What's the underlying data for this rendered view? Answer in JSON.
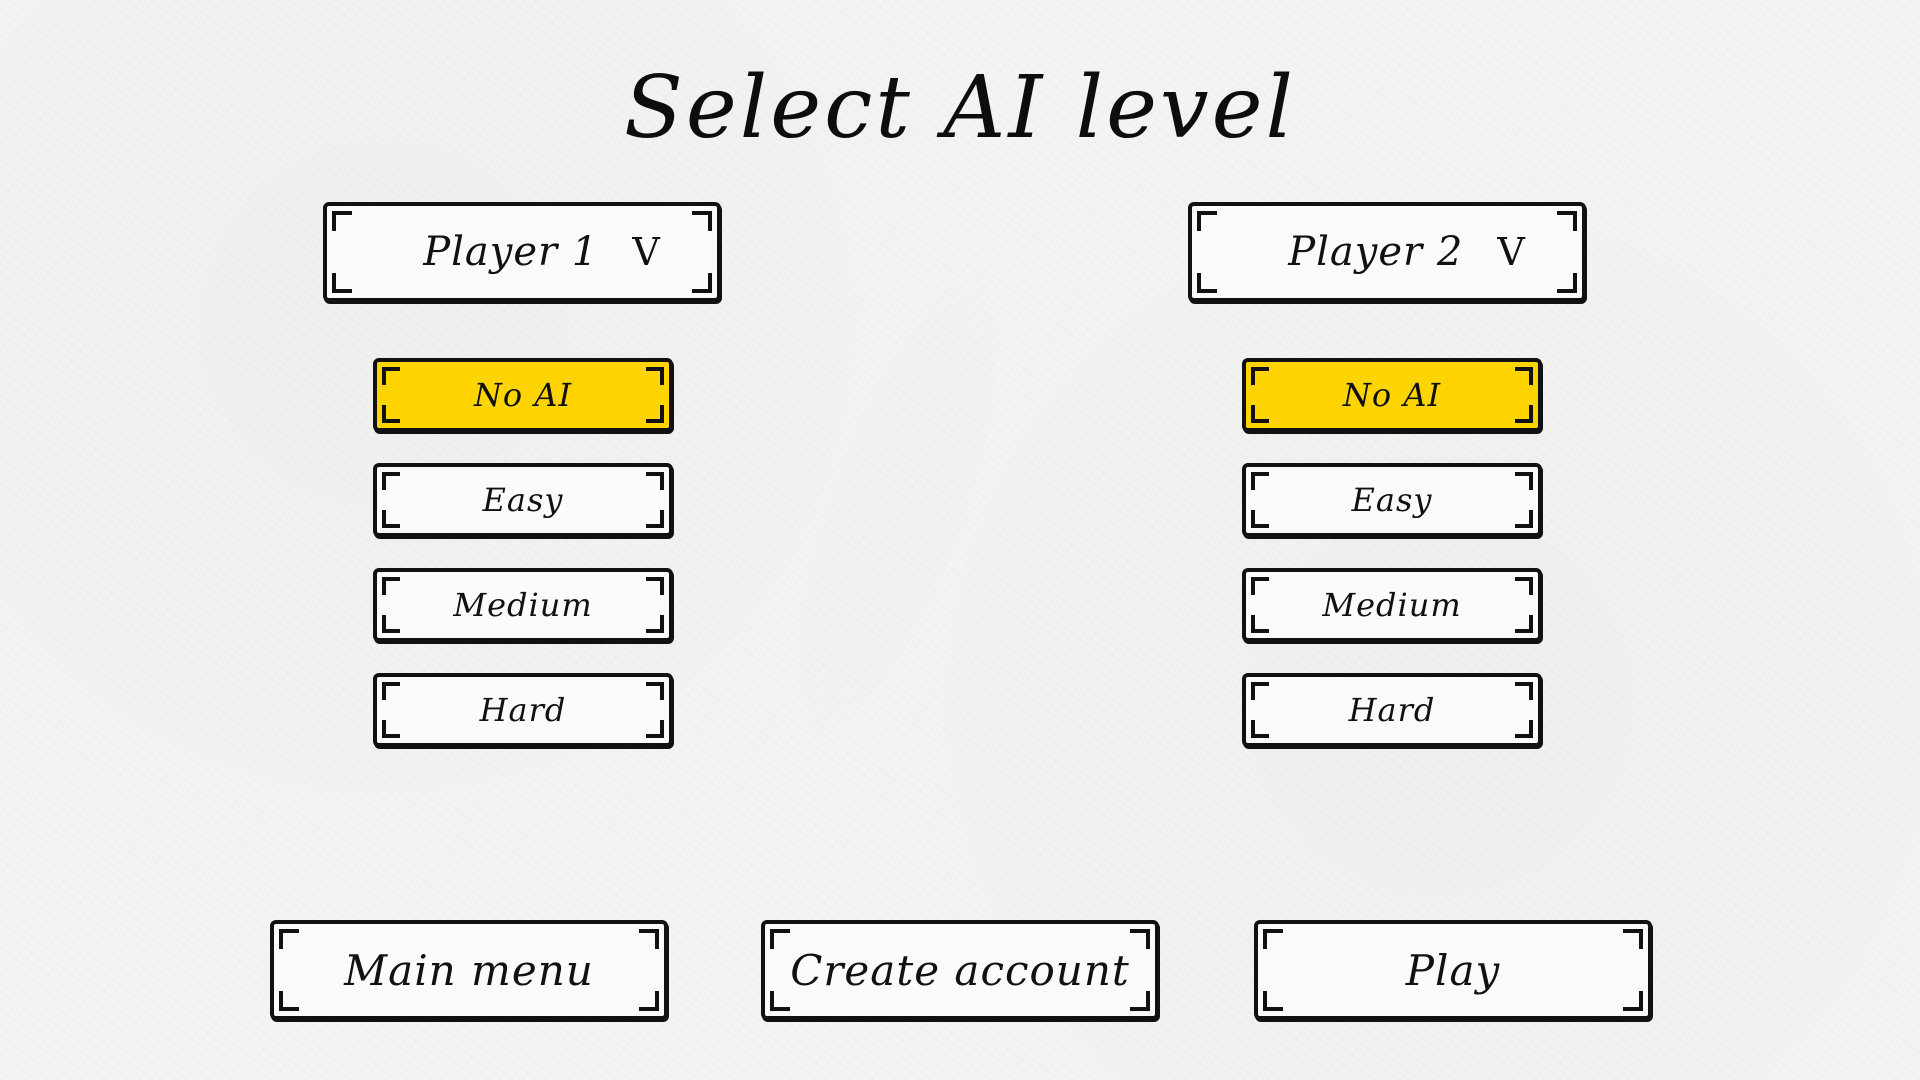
{
  "screen": {
    "title": "Select AI level"
  },
  "players": [
    {
      "label": "Player 1",
      "chevron": "V",
      "options": [
        "No AI",
        "Easy",
        "Medium",
        "Hard"
      ],
      "selected": "No AI"
    },
    {
      "label": "Player 2",
      "chevron": "V",
      "options": [
        "No AI",
        "Easy",
        "Medium",
        "Hard"
      ],
      "selected": "No AI"
    }
  ],
  "nav": {
    "main_menu": "Main menu",
    "create_account": "Create account",
    "play": "Play"
  },
  "colors": {
    "selected": "#ffd400",
    "background": "#f4f4f2",
    "ink": "#111111"
  }
}
